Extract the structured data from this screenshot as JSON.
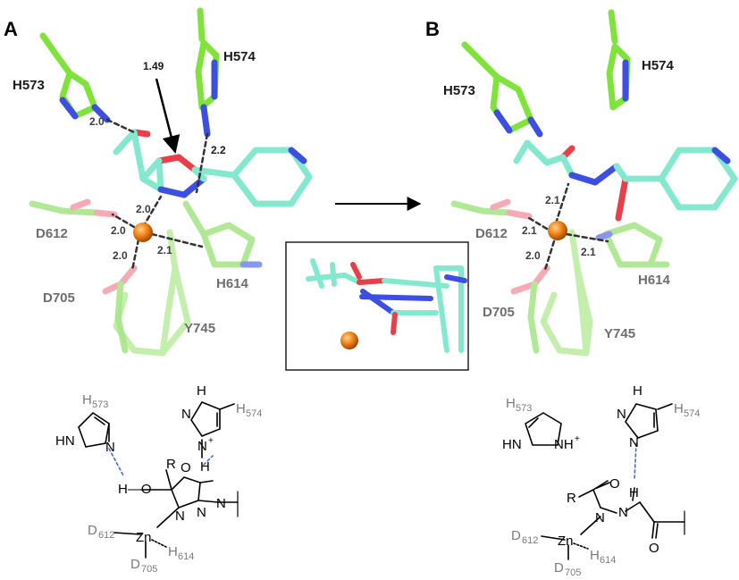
{
  "figure": {
    "panels": [
      "A",
      "B"
    ],
    "arrow_distance_label": "1.49",
    "colors": {
      "zinc": "#f07f12",
      "histidine_carbon": "#7fe33c",
      "ligand_carbon": "#84e8cf",
      "faded_carbon": "#a8e68a",
      "nitrogen": "#3d4fe0",
      "oxygen": "#e8404a",
      "faded_oxygen": "#f3a3ae",
      "hbond": "#4a6ad8"
    }
  },
  "panel_a": {
    "labels": {
      "h573": "H573",
      "h574": "H574",
      "d612": "D612",
      "h614": "H614",
      "d705": "D705",
      "y745": "Y745"
    },
    "distances": {
      "h573_o": "2.0",
      "h574_o": "2.2",
      "zn_n": "2.0",
      "zn_d612": "2.0",
      "zn_h614": "2.1",
      "zn_d705": "2.0"
    }
  },
  "panel_b": {
    "labels": {
      "h573": "H573",
      "h574": "H574",
      "d612": "D612",
      "h614": "H614",
      "d705": "D705",
      "y745": "Y745"
    },
    "distances": {
      "zn_n": "2.1",
      "zn_d612": "2.1",
      "zn_h614": "2.1",
      "zn_d705": "2.0"
    }
  },
  "scheme_a": {
    "h573_letter": "H",
    "h573_number": "573",
    "h574_letter": "H",
    "h574_number": "574",
    "d612_letter": "D",
    "d612_number": "612",
    "d705_letter": "D",
    "d705_number": "705",
    "h614_letter": "H",
    "h614_number": "614",
    "zn": "Zn",
    "r_group": "R",
    "ho": "H—O",
    "atoms": {
      "hn_ring1": "HN",
      "n_ring1": "N",
      "h_ring2": "H",
      "n_ring2": "N",
      "nplus_ring2": "N",
      "plus": "+",
      "h_bond": "H",
      "o_ring": "O",
      "n1": "N",
      "n2": "N",
      "n3": "N"
    }
  },
  "scheme_b": {
    "h573_letter": "H",
    "h573_number": "573",
    "h574_letter": "H",
    "h574_number": "574",
    "d612_letter": "D",
    "d612_number": "612",
    "d705_letter": "D",
    "d705_number": "705",
    "h614_letter": "H",
    "h614_number": "614",
    "zn": "Zn",
    "r_group": "R",
    "atoms": {
      "hn_ring1": "HN",
      "nhplus_ring1": "NH",
      "plus": "+",
      "h_ring2": "H",
      "n_ring2": "N",
      "n_ring2b": "N",
      "h_bond": "H",
      "o_carbonyl": "O",
      "o_carbonyl2": "O",
      "n1": "N",
      "n2": "N"
    }
  },
  "inset": {}
}
